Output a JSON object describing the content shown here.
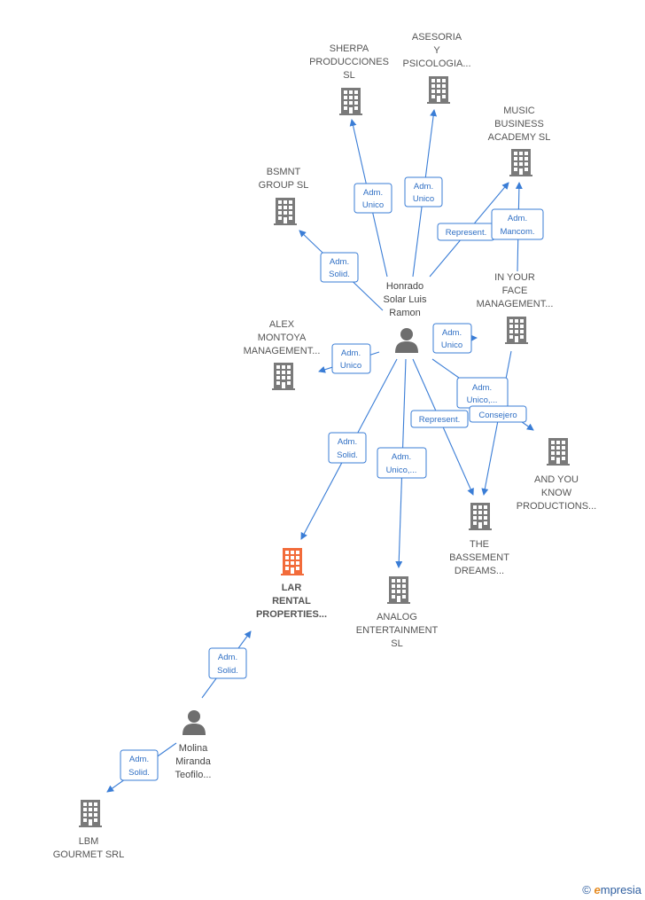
{
  "companies": [
    {
      "id": "sherpa",
      "lines": [
        "SHERPA",
        "PRODUCCIONES",
        "SL"
      ],
      "focus": false
    },
    {
      "id": "asesoria",
      "lines": [
        "ASESORIA",
        "Y",
        "PSICOLOGIA..."
      ],
      "focus": false
    },
    {
      "id": "music",
      "lines": [
        "MUSIC",
        "BUSINESS",
        "ACADEMY  SL"
      ],
      "focus": false
    },
    {
      "id": "bsmnt",
      "lines": [
        "BSMNT",
        "GROUP  SL"
      ],
      "focus": false
    },
    {
      "id": "inyourface",
      "lines": [
        "IN YOUR",
        "FACE",
        "MANAGEMENT..."
      ],
      "focus": false
    },
    {
      "id": "alex",
      "lines": [
        "ALEX",
        "MONTOYA",
        "MANAGEMENT..."
      ],
      "focus": false
    },
    {
      "id": "andyouknow",
      "lines": [
        "AND YOU",
        "KNOW",
        "PRODUCTIONS..."
      ],
      "focus": false
    },
    {
      "id": "bassement",
      "lines": [
        "THE",
        "BASSEMENT",
        "DREAMS..."
      ],
      "focus": false
    },
    {
      "id": "lar",
      "lines": [
        "LAR",
        "RENTAL",
        "PROPERTIES..."
      ],
      "focus": true
    },
    {
      "id": "analog",
      "lines": [
        "ANALOG",
        "ENTERTAINMENT",
        "SL"
      ],
      "focus": false
    },
    {
      "id": "lbm",
      "lines": [
        "LBM",
        "GOURMET SRL"
      ],
      "focus": false
    }
  ],
  "people": [
    {
      "id": "honrado",
      "lines": [
        "Honrado",
        "Solar Luis",
        "Ramon"
      ]
    },
    {
      "id": "molina",
      "lines": [
        "Molina",
        "Miranda",
        "Teofilo..."
      ]
    }
  ],
  "edges": [
    {
      "id": "e-sherpa",
      "lines": [
        "Adm.",
        "Unico"
      ]
    },
    {
      "id": "e-asesoria",
      "lines": [
        "Adm.",
        "Unico"
      ]
    },
    {
      "id": "e-bsmnt",
      "lines": [
        "Adm.",
        "Solid."
      ]
    },
    {
      "id": "e-music-rep",
      "lines": [
        "Represent."
      ]
    },
    {
      "id": "e-music-mancom",
      "lines": [
        "Adm.",
        "Mancom."
      ]
    },
    {
      "id": "e-inyourface",
      "lines": [
        "Adm.",
        "Unico"
      ]
    },
    {
      "id": "e-alex",
      "lines": [
        "Adm.",
        "Unico"
      ]
    },
    {
      "id": "e-andyouknow",
      "lines": [
        "Adm.",
        "Unico,..."
      ]
    },
    {
      "id": "e-consejero",
      "lines": [
        "Consejero"
      ]
    },
    {
      "id": "e-bassement-rep",
      "lines": [
        "Represent."
      ]
    },
    {
      "id": "e-lar",
      "lines": [
        "Adm.",
        "Solid."
      ]
    },
    {
      "id": "e-analog",
      "lines": [
        "Adm.",
        "Unico,..."
      ]
    },
    {
      "id": "e-molina-lar",
      "lines": [
        "Adm.",
        "Solid."
      ]
    },
    {
      "id": "e-molina-lbm",
      "lines": [
        "Adm.",
        "Solid."
      ]
    }
  ],
  "brand": {
    "copyright": "©",
    "name_e": "e",
    "name_rest": "mpresia"
  },
  "colors": {
    "edge": "#3a7dd6",
    "building": "#7a7a7a",
    "focus_building": "#f26b3a",
    "person": "#6e6e6e"
  }
}
